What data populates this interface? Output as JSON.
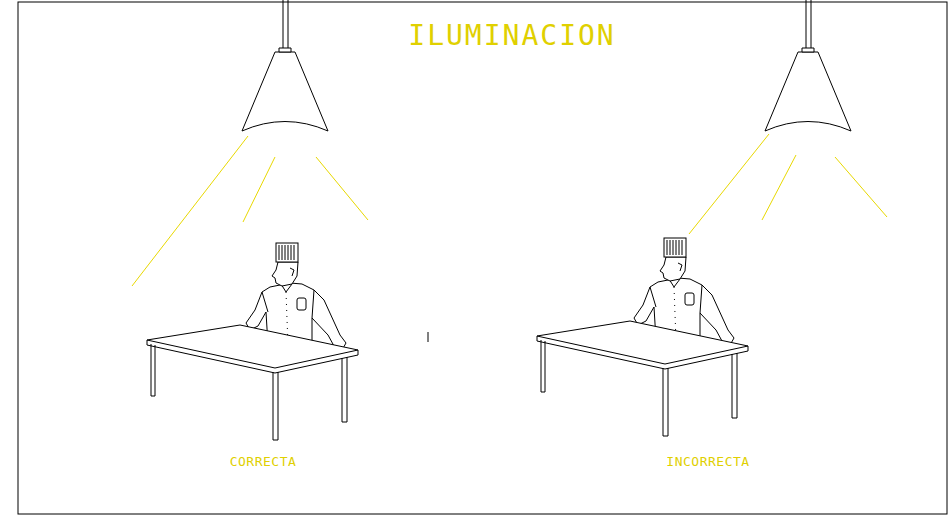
{
  "diagram": {
    "title": "ILUMINACION",
    "labels": [
      "CORRECTA",
      "INCORRECTA"
    ]
  }
}
